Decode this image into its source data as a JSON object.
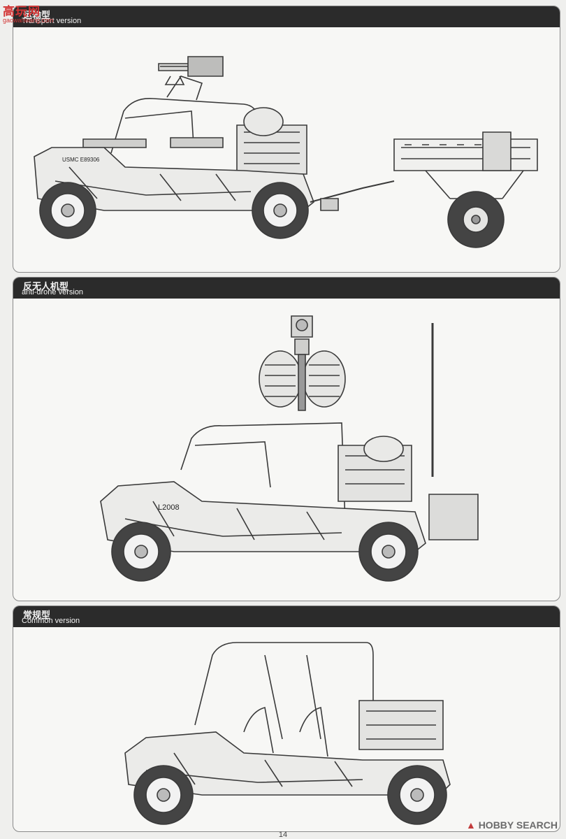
{
  "watermark": {
    "mark": "高玩网",
    "url": "gaowanwang.com"
  },
  "panels": [
    {
      "title_cn": "运输型",
      "title_en": "Transport version"
    },
    {
      "title_cn": "反无人机型",
      "title_en": "anti-drone version"
    },
    {
      "title_cn": "常规型",
      "title_en": "Common version"
    }
  ],
  "vehicle_markings": {
    "transport_plate": "USMC E89306",
    "anti_drone_plate": "L2008"
  },
  "footer": {
    "brand": "HOBBY SEARCH",
    "page_number": "14"
  },
  "colors": {
    "header_bg": "#2b2b2b",
    "panel_bg": "#f7f7f5",
    "line": "#3a3a3a",
    "watermark": "#d23333"
  },
  "icons": {
    "watermark": "gaowan-logo",
    "brand": "hobby-search-logo"
  }
}
